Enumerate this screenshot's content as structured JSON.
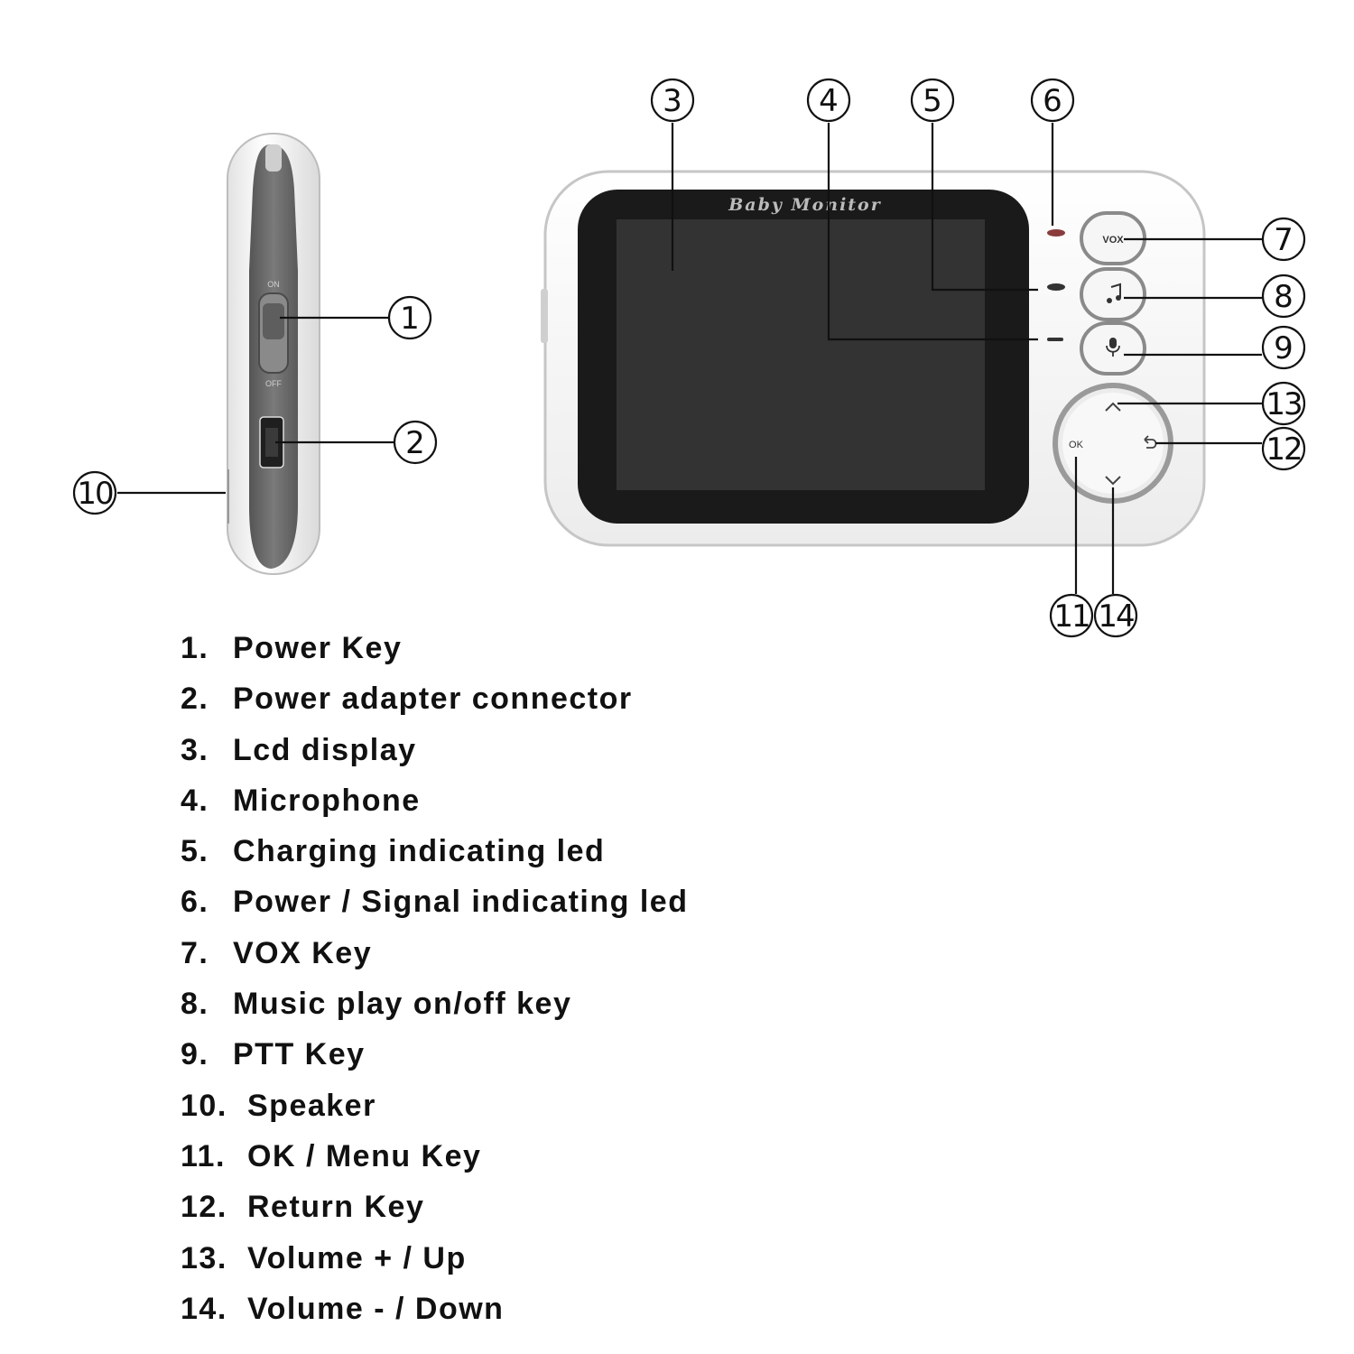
{
  "device": {
    "brand_text": "Baby Monitor",
    "switch_on": "ON",
    "switch_off": "OFF",
    "vox_label": "VOX",
    "ok_label": "OK",
    "icons": {
      "music": "music-note-icon",
      "ptt": "microphone-icon",
      "up": "chevron-up-icon",
      "down": "chevron-down-icon",
      "return": "return-arrow-icon"
    },
    "colors": {
      "body": "#f4f4f4",
      "screen": "#2b2b2b",
      "side_panel": "#6b6b6b",
      "power_led": "#8a3b3b"
    }
  },
  "callouts": [
    "1",
    "2",
    "3",
    "4",
    "5",
    "6",
    "7",
    "8",
    "9",
    "10",
    "11",
    "12",
    "13",
    "14"
  ],
  "legend": [
    {
      "num": "1.",
      "text": "Power  Key"
    },
    {
      "num": "2.",
      "text": "Power  adapter  connector"
    },
    {
      "num": "3.",
      "text": "Lcd display"
    },
    {
      "num": "4.",
      "text": "Microphone"
    },
    {
      "num": "5.",
      "text": "Charging   indicating led"
    },
    {
      "num": "6.",
      "text": "Power  /  Signal indicating led"
    },
    {
      "num": "7.",
      "text": "VOX  Key"
    },
    {
      "num": "8.",
      "text": "Music  play  on/off  key"
    },
    {
      "num": "9.",
      "text": "PTT  Key"
    },
    {
      "num": "10.",
      "text": "Speaker"
    },
    {
      "num": "11.",
      "text": "OK  /  Menu  Key"
    },
    {
      "num": "12.",
      "text": "Return  Key"
    },
    {
      "num": "13.",
      "text": "Volume  +  /  Up"
    },
    {
      "num": "14.",
      "text": "Volume -  /  Down"
    }
  ]
}
